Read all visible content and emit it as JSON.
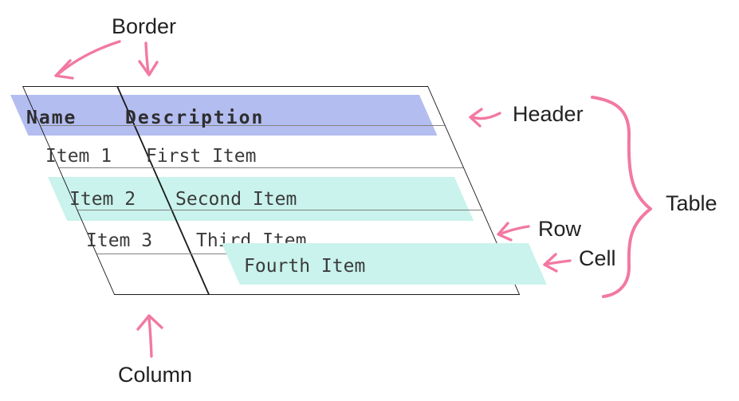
{
  "table": {
    "headers": [
      "Name",
      "Description"
    ],
    "rows": [
      [
        "Item 1",
        "First Item"
      ],
      [
        "Item 2",
        "Second Item"
      ],
      [
        "Item 3",
        "Third Item"
      ],
      [
        "",
        "Fourth Item"
      ]
    ]
  },
  "annotations": {
    "border": "Border",
    "header": "Header",
    "table": "Table",
    "row": "Row",
    "cell": "Cell",
    "column": "Column"
  },
  "colors": {
    "header_highlight": "#B3BDF0",
    "row_highlight": "#C9F3EC",
    "cell_highlight": "#C9F3EC",
    "annotation_pink": "#F279A1",
    "table_border": "#1B1B1B",
    "row_separator": "#828282"
  }
}
